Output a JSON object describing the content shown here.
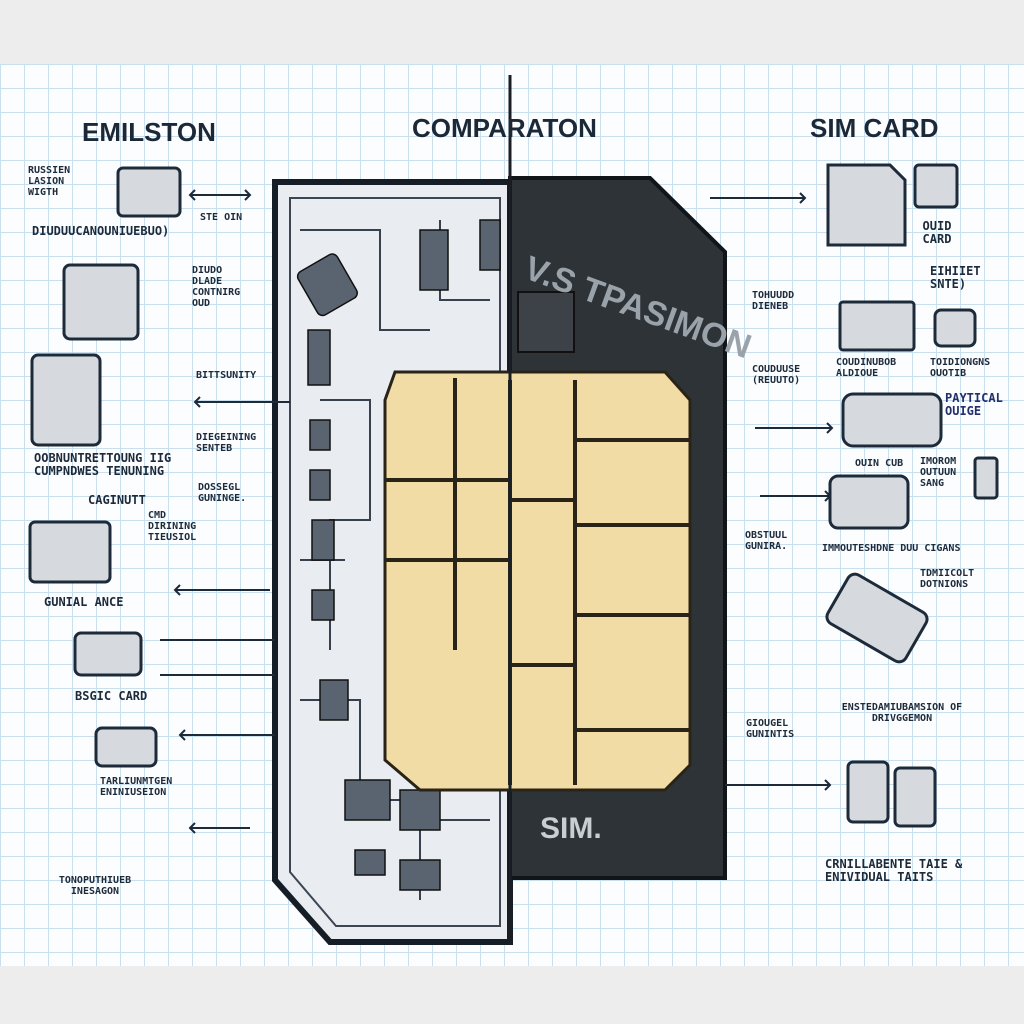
{
  "titles": {
    "left": "EMILSTON",
    "center": "COMPARATON",
    "right": "SIM CARD"
  },
  "card": {
    "dark_text": "V.S TPASIMON",
    "bottom_text": "SIM."
  },
  "left_labels": [
    "RUSSIEN LASION WIGTH",
    "DIUDUUCANOUNIUEBUO)",
    "DIUDO DLADE CONTNIRG OUD",
    "BITTSUNITY",
    "DIEGEINING SENTEB",
    "DOSSEGL GUNINGE.",
    "OOBNUNTRETTOUNG IIG CUMPNDWES TENUNING",
    "CAGINUTT",
    "CMD DIRINING TIEUSIOL",
    "GUNIAL ANCE",
    "BSGIC CARD",
    "TARLIUNMTGEN ENINIUSEION",
    "TONOPUTHIUEB INESAGON",
    "STE OIN"
  ],
  "right_labels": [
    "OUID CARD",
    "EIHIIET SNTE)",
    "TOHUUDD DIENEB",
    "COUDINUBOB ALDIOUE",
    "TOIDIONGNS OUOTIB",
    "COUDUUSE (REUUTO)",
    "PAYTICAL OUIGE",
    "OUIN CUB",
    "IMOROM OUTUUN SANG",
    "OBSTUUL GUNIRA.",
    "IMMOUTESHDNE DUU CIGANS",
    "TDMIICOLT DOTNIONS",
    "GIOUGEL GUNINTIS",
    "ENSTEDAMIUBAMSION OF DRIVGGEMON",
    "CRNILLABENTE TAIE & ENIVIDUAL TAITS"
  ],
  "colors": {
    "ink": "#1d2a3a",
    "grid": "#c9dfee",
    "chip": "#f2dca6",
    "dark_half": "#2e3338"
  }
}
